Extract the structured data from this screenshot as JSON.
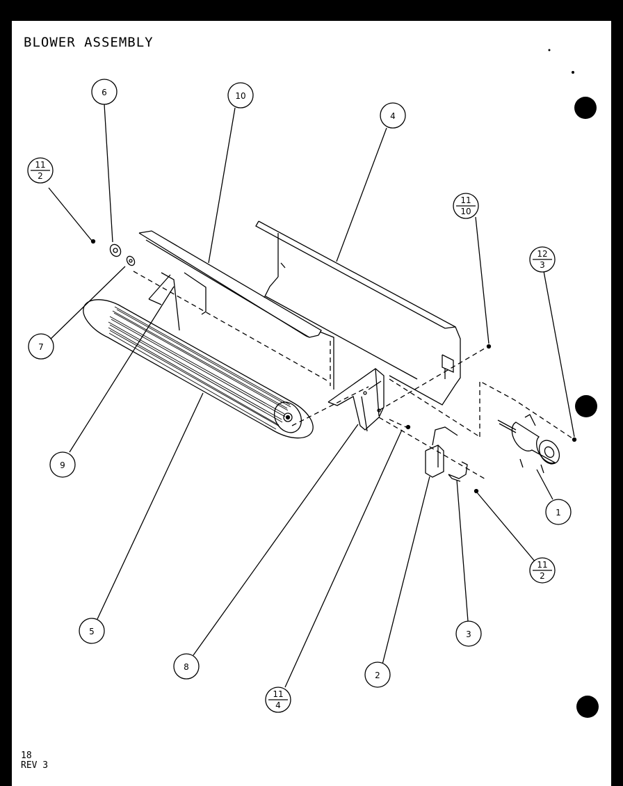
{
  "title": "BLOWER ASSEMBLY",
  "footer": {
    "page": "18",
    "revision": "REV 3"
  },
  "callouts": [
    {
      "id": "c6",
      "label": "6"
    },
    {
      "id": "c10",
      "label": "10"
    },
    {
      "id": "c4",
      "label": "4"
    },
    {
      "id": "c7",
      "label": "7"
    },
    {
      "id": "c9",
      "label": "9"
    },
    {
      "id": "c5",
      "label": "5"
    },
    {
      "id": "c8",
      "label": "8"
    },
    {
      "id": "c2",
      "label": "2"
    },
    {
      "id": "c3",
      "label": "3"
    },
    {
      "id": "c1",
      "label": "1"
    }
  ],
  "fractions": [
    {
      "id": "f-11-2-top",
      "num": "11",
      "den": "2"
    },
    {
      "id": "f-11-10",
      "num": "11",
      "den": "10"
    },
    {
      "id": "f-12-3",
      "num": "12",
      "den": "3"
    },
    {
      "id": "f-11-2-bottom",
      "num": "11",
      "den": "2"
    },
    {
      "id": "f-11-4",
      "num": "11",
      "den": "4"
    }
  ]
}
